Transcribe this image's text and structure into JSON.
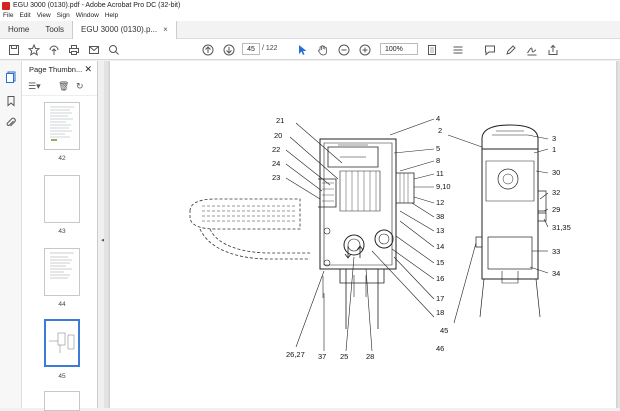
{
  "window": {
    "title": "EGU 3000 (0130).pdf - Adobe Acrobat Pro DC (32-bit)"
  },
  "menu": [
    "File",
    "Edit",
    "View",
    "Sign",
    "Window",
    "Help"
  ],
  "tabs": {
    "home": "Home",
    "tools": "Tools",
    "document": "EGU 3000 (0130).p...",
    "close": "×"
  },
  "toolbar": {
    "page_current": "45",
    "page_total": "/ 122",
    "zoom": "100%",
    "icons": [
      "save-icon",
      "bookmark-star-icon",
      "upload-icon",
      "print-icon",
      "email-icon",
      "search-icon",
      "prev-page-icon",
      "next-page-icon",
      "select-cursor-icon",
      "hand-icon",
      "zoom-out-icon",
      "zoom-in-icon",
      "fit-page-icon",
      "scroll-mode-icon",
      "comment-icon",
      "highlight-pen-icon",
      "sign-icon",
      "share-icon"
    ]
  },
  "panel": {
    "title": "Page Thumbn...",
    "close": "✕",
    "thumbnails": [
      {
        "label": "42"
      },
      {
        "label": "43"
      },
      {
        "label": "44"
      },
      {
        "label": "45",
        "selected": true
      }
    ]
  },
  "diagram": {
    "callouts_left": [
      "21",
      "20",
      "22",
      "24",
      "23"
    ],
    "callouts_top": [
      "4",
      "5",
      "8",
      "11",
      "9,10",
      "12",
      "38",
      "13",
      "14",
      "15",
      "16",
      "17",
      "18",
      "46"
    ],
    "callouts_bottom": [
      "26,27",
      "37",
      "25",
      "28"
    ],
    "callouts_right": [
      "2",
      "3",
      "1",
      "30",
      "32",
      "29",
      "31,35",
      "33",
      "34",
      "45"
    ]
  }
}
